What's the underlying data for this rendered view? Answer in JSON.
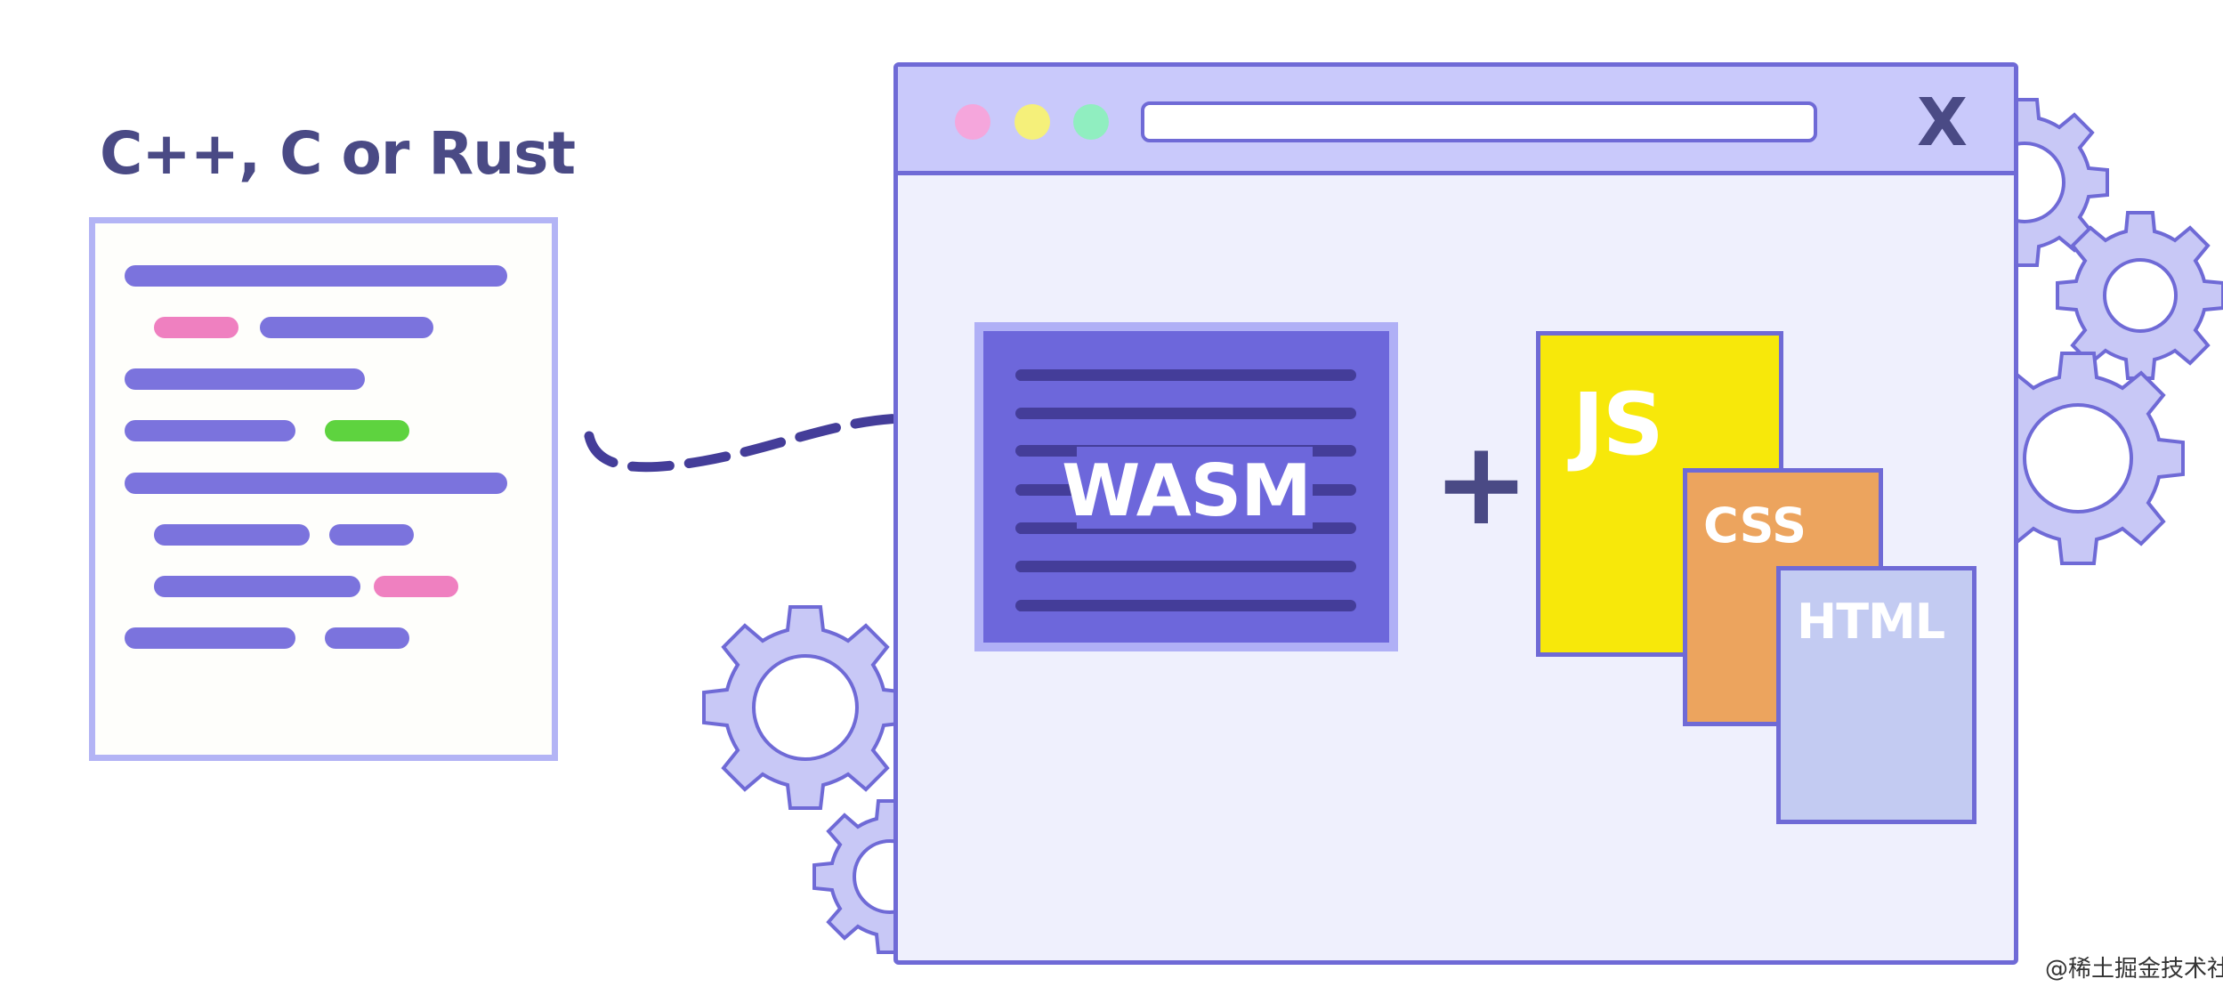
{
  "source": {
    "title": "C++, C or Rust"
  },
  "browser": {
    "close_label": "X",
    "window_dots": [
      {
        "color": "#f5a6dc"
      },
      {
        "color": "#f5f07a"
      },
      {
        "color": "#90eec0"
      }
    ]
  },
  "wasm": {
    "label": "WASM"
  },
  "operator": {
    "plus": "+"
  },
  "files": {
    "js": "JS",
    "css": "CSS",
    "html": "HTML"
  },
  "watermark": {
    "text": "@稀土掘金技术社区"
  },
  "colors": {
    "primary": "#6f6ad6",
    "code_line": "#7b73dd",
    "accent_pink": "#ef80c0",
    "accent_green": "#5ed33f",
    "js_card": "#f7e80a",
    "css_card": "#eca45e",
    "html_card": "#c3cbf2",
    "gear": "#c8c8f6",
    "gear_stroke": "#6f6ad6"
  }
}
